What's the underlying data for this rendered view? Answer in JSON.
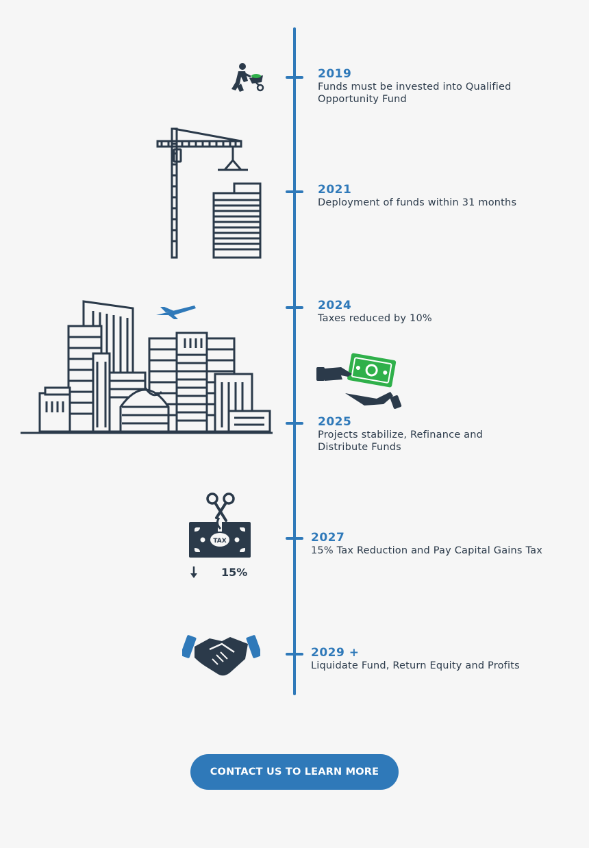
{
  "colors": {
    "accent": "#2f79b9",
    "ink": "#2b3a4a",
    "money_green": "#2fb04a",
    "background": "#f6f6f6"
  },
  "timeline": [
    {
      "year": "2019",
      "desc_lines": [
        "Funds must be invested into Qualified",
        "Opportunity Fund"
      ],
      "icon": "worker-wheelbarrow-icon"
    },
    {
      "year": "2021",
      "desc_lines": [
        "Deployment of funds within 31 months"
      ],
      "icon": "construction-crane-icon"
    },
    {
      "year": "2024",
      "desc_lines": [
        "Taxes reduced by 10%"
      ],
      "icon": "city-skyline-icon"
    },
    {
      "year": "2025",
      "desc_lines": [
        "Projects stabilize, Refinance and",
        "Distribute Funds"
      ],
      "icon": "money-hands-icon"
    },
    {
      "year": "2027",
      "desc_lines": [
        "15% Tax Reduction and Pay Capital Gains Tax"
      ],
      "icon": "tax-cut-icon"
    },
    {
      "year": "2029 +",
      "desc_lines": [
        "Liquidate Fund, Return Equity and Profits"
      ],
      "icon": "handshake-icon"
    }
  ],
  "tax_icon": {
    "label": "TAX",
    "reduction": "15%"
  },
  "cta": {
    "label": "CONTACT US TO LEARN MORE"
  }
}
